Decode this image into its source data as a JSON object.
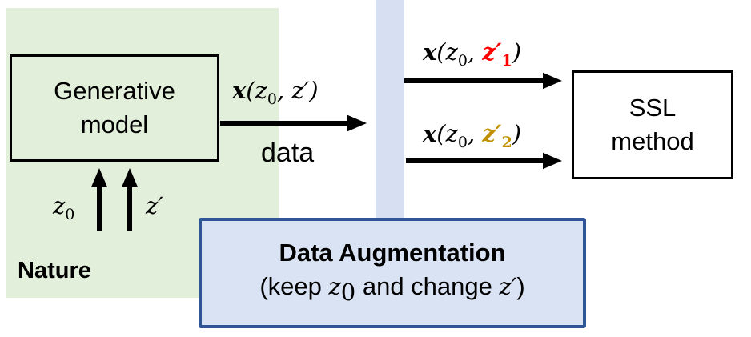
{
  "nature": {
    "label": "Nature"
  },
  "generative_model": {
    "label_line1": "Generative",
    "label_line2": "model"
  },
  "inputs": {
    "z0": "z",
    "z0_sub": "0",
    "zprime": "z′"
  },
  "data_arrow": {
    "math_x": "x",
    "math_rest_open": "(z",
    "sub": "0",
    "math_rest_close": ", z′)",
    "label": "data"
  },
  "view1": {
    "x": "x",
    "open": "(z",
    "sub0": "0",
    "comma": ", ",
    "z": "z′",
    "sub": "1",
    "close": ")",
    "color": "#ff0000"
  },
  "view2": {
    "x": "x",
    "open": "(z",
    "sub0": "0",
    "comma": ", ",
    "z": "z′",
    "sub": "2",
    "close": ")",
    "color": "#bf9000"
  },
  "ssl": {
    "line1": "SSL",
    "line2": "method"
  },
  "augmentation": {
    "title": "Data Augmentation",
    "sub_pre": "(keep ",
    "z": "z",
    "z_sub": "0",
    "sub_mid": " and change ",
    "zprime": "z′",
    "sub_post": ")"
  }
}
